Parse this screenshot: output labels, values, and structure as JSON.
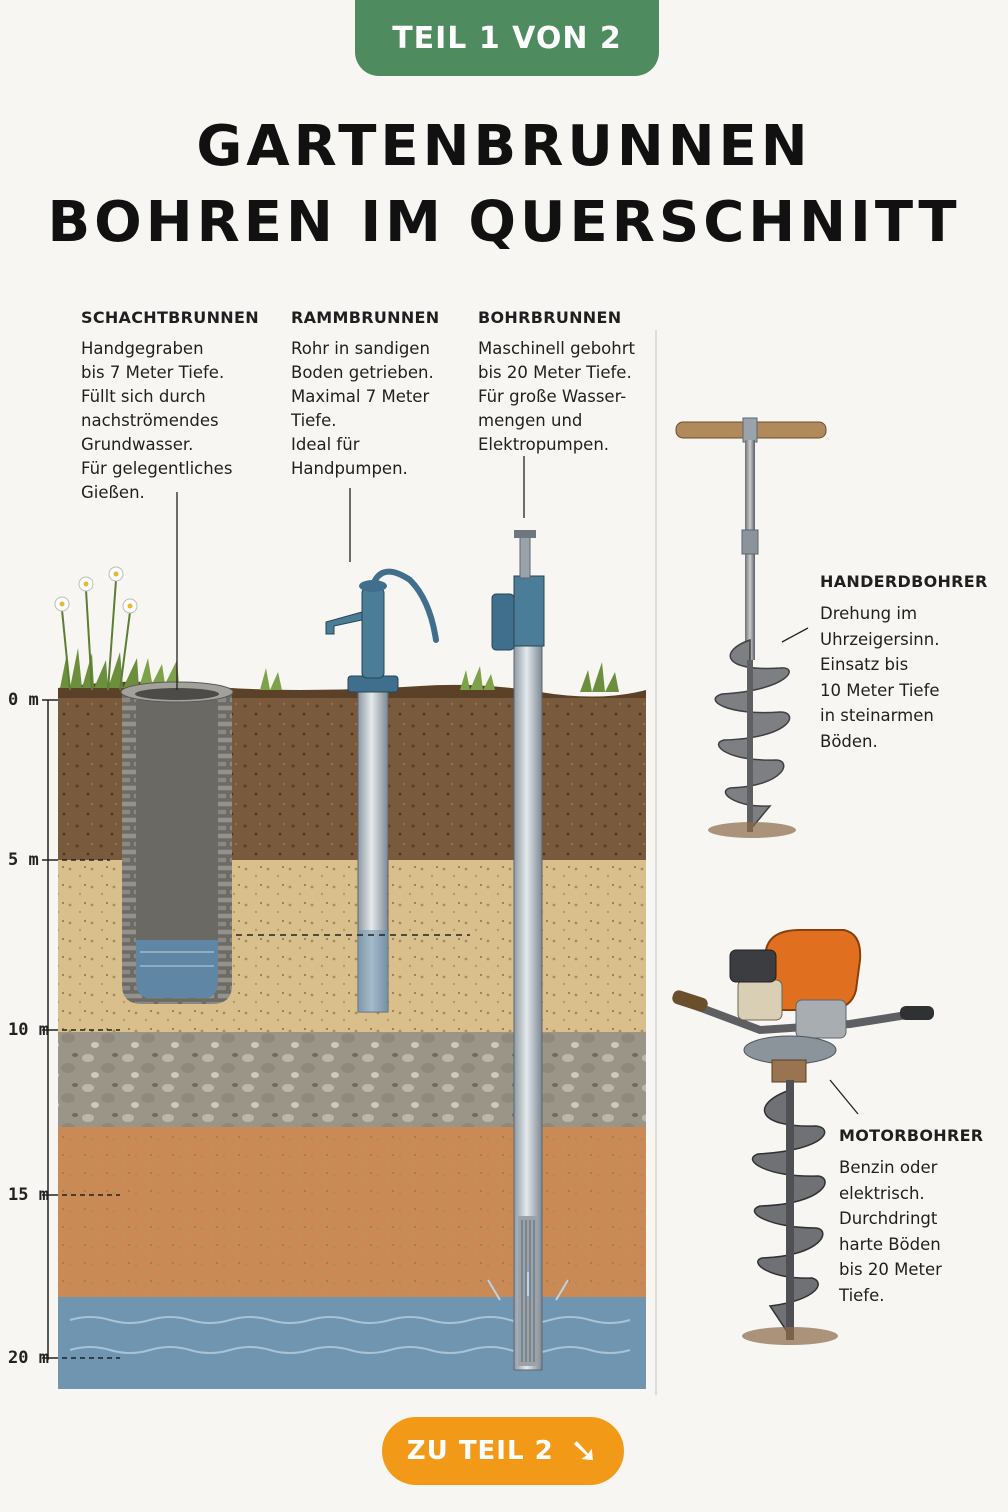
{
  "badge": "TEIL 1 VON 2",
  "title_line1": "GARTENBRUNNEN",
  "title_line2": "BOHREN IM QUERSCHNITT",
  "labels": {
    "schacht": {
      "heading": "SCHACHTBRUNNEN",
      "body": "Handgegraben\nbis 7 Meter Tiefe.\nFüllt sich durch\nnachströmendes\nGrundwasser.\nFür gelegentliches\nGießen."
    },
    "ramm": {
      "heading": "RAMMBRUNNEN",
      "body": "Rohr in sandigen\nBoden getrieben.\nMaximal 7 Meter\nTiefe.\nIdeal für\nHandpumpen."
    },
    "bohr": {
      "heading": "BOHRBRUNNEN",
      "body": "Maschinell gebohrt\nbis 20 Meter Tiefe.\nFür große Wasser-\nmengen und\nElektropumpen."
    },
    "handerd": {
      "heading": "HANDERDBOHRER",
      "body": "Drehung im\nUhrzeigersinn.\nEinsatz bis\n10 Meter Tiefe\nin steinarmen\nBöden."
    },
    "motor": {
      "heading": "MOTORBOHRER",
      "body": "Benzin oder\nelektrisch.\nDurchdringt\nharte Böden\nbis 20 Meter\nTiefe."
    }
  },
  "depth_scale": [
    "0 m",
    "5 m",
    "10 m",
    "15 m",
    "20 m"
  ],
  "colors": {
    "badge": "#4e8b5f",
    "cta": "#f29a17",
    "water": "#6f95b0",
    "topsoil": "#7a5a3c",
    "sand": "#d8bf8b",
    "gravel": "#9b9588",
    "clay": "#c98a56"
  },
  "cta": {
    "label": "ZU TEIL 2",
    "icon": "arrow-down-right-icon"
  }
}
